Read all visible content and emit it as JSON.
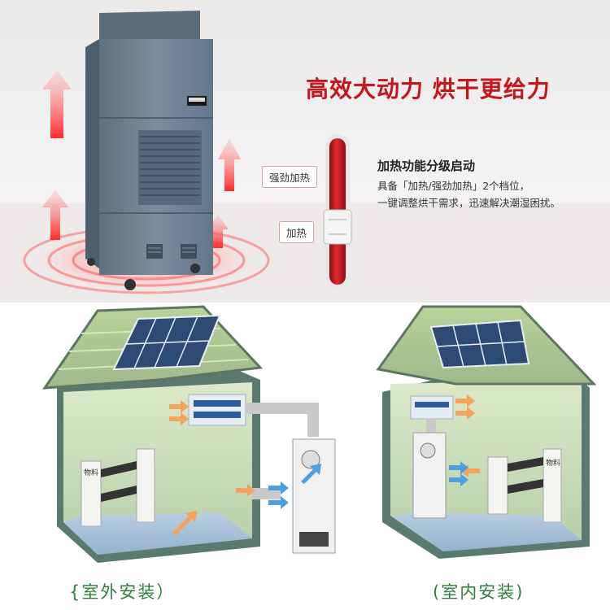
{
  "banner": {
    "headline": "高效大动力  烘干更给力",
    "feature_title": "加热功能分级启动",
    "feature_desc_line1": "具备「加热/强劲加热」2个档位，",
    "feature_desc_line2": "一键调整烘干需求，迅速解决潮湿困扰。",
    "level_high_label": "强劲加热",
    "level_low_label": "加热"
  },
  "installs": [
    {
      "caption": "{室外安装）",
      "shelf_label": "物料"
    },
    {
      "caption": "(室内安装)",
      "shelf_label": "物料"
    }
  ],
  "colors": {
    "accent_red": "#c4161c",
    "caption_green": "#2f7f3a",
    "machine_blue": "#6f8596"
  }
}
